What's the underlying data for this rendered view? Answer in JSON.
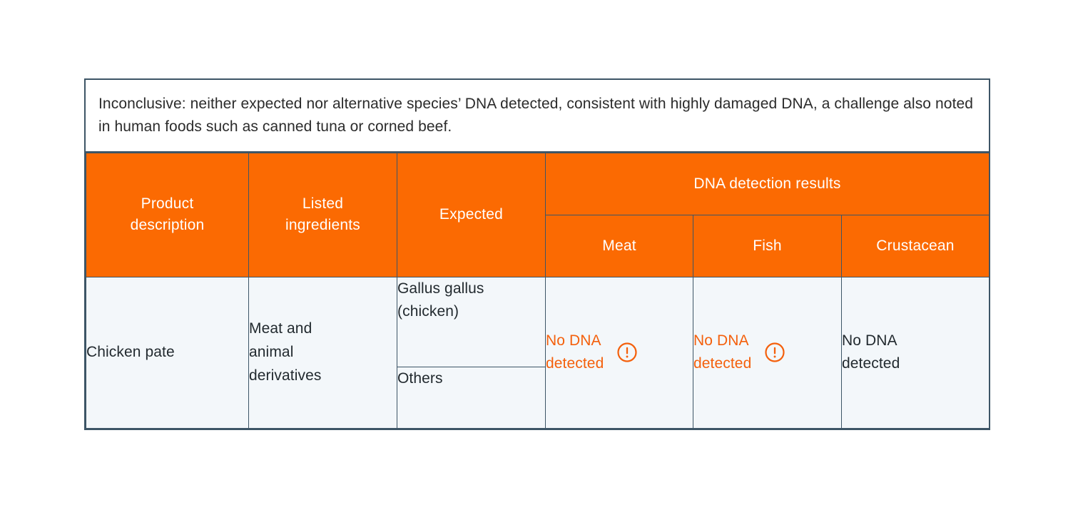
{
  "caption": {
    "text": "Inconclusive: neither expected nor alternative species’ DNA detected, consistent with highly damaged DNA, a challenge also noted in human foods such as canned tuna or corned beef."
  },
  "colors": {
    "header_orange": "#fb6a02",
    "body_background": "#f3f7fa",
    "border": "#3d5566",
    "alert_text": "#f4600c",
    "body_text": "#222a2f"
  },
  "table": {
    "headers": {
      "product_description": "Product\ndescription",
      "listed_ingredients": "Listed\ningredients",
      "expected": "Expected",
      "dna_group": "DNA detection results",
      "meat": "Meat",
      "fish": "Fish",
      "crustacean": "Crustacean"
    },
    "rows": [
      {
        "product_description": "Chicken pate",
        "listed_ingredients": "Meat and\nanimal\nderivatives",
        "expected_primary": "Gallus gallus\n(chicken)",
        "expected_secondary": "Others",
        "results": {
          "meat": {
            "text": "No DNA\ndetected",
            "alert": true,
            "icon": "alert-circle-icon"
          },
          "fish": {
            "text": "No DNA\ndetected",
            "alert": true,
            "icon": "alert-circle-icon"
          },
          "crustacean": {
            "text": "No DNA\ndetected",
            "alert": false,
            "icon": null
          }
        }
      }
    ]
  }
}
